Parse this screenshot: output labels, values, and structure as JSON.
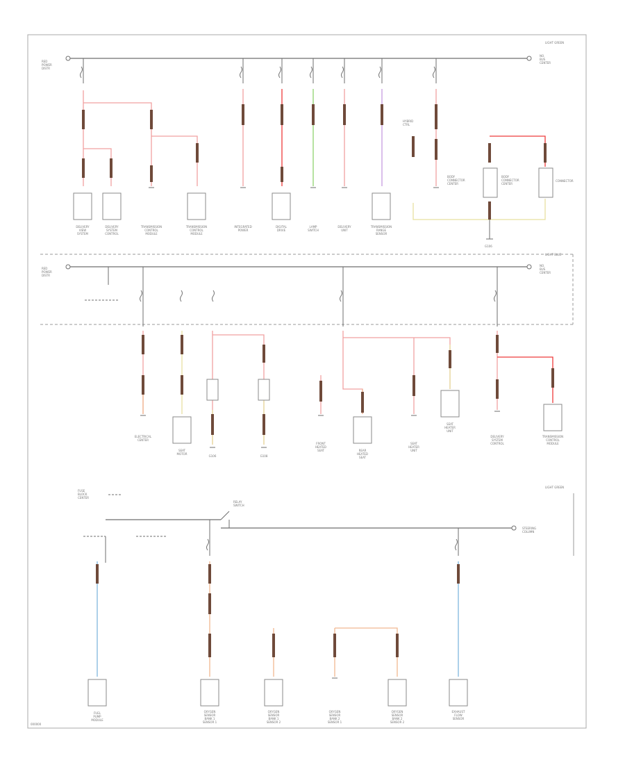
{
  "diagram": {
    "sections": [
      {
        "id": "top",
        "tag": "LIGHT GREEN"
      },
      {
        "id": "middle",
        "tag": "LIGHT BLUE"
      },
      {
        "id": "bottom",
        "tag": "LIGHT GREEN"
      }
    ],
    "top_bus": {
      "left_source": [
        "RED",
        "POWER",
        "DISTR"
      ],
      "right_source": [
        "NO.",
        "BUS",
        "CENTER"
      ]
    },
    "top_components": [
      {
        "id": "c1",
        "label": [
          "DELIVERY",
          "VIEW",
          "SYSTEM"
        ]
      },
      {
        "id": "c2",
        "label": [
          "DELIVERY",
          "SYSTEM",
          "CONTROL"
        ]
      },
      {
        "id": "c3",
        "label": [
          "TRANSMISSION",
          "CONTROL",
          "MODULE"
        ]
      },
      {
        "id": "c4",
        "label": [
          "TRANSMISSION",
          "CONTROL",
          "MODULE"
        ]
      },
      {
        "id": "c5",
        "label": [
          "INTEGRATED",
          "POWER"
        ]
      },
      {
        "id": "c6",
        "label": [
          "DIGITAL",
          "DRIVE"
        ]
      },
      {
        "id": "c7",
        "label": [
          "LAMP",
          "SWITCH"
        ]
      },
      {
        "id": "c8",
        "label": [
          "DELIVERY",
          "UNIT"
        ]
      },
      {
        "id": "c9",
        "label": [
          "TRANSMISSION",
          "RANGE",
          "SENSOR"
        ]
      }
    ],
    "top_right_block": {
      "top_label": [
        "HYBRID",
        "CTRL"
      ],
      "left_label": [
        "BODY",
        "CONNECTOR",
        "CENTER"
      ],
      "mid_label": [
        "BODY",
        "CONNECTOR",
        "CENTER"
      ],
      "right_label": "CONNECTOR",
      "ground_label": "G106"
    },
    "middle_bus": {
      "left_source": [
        "RED",
        "POWER",
        "DISTR"
      ],
      "right_source": [
        "NO.",
        "BUS",
        "CENTER"
      ]
    },
    "middle_components": [
      {
        "id": "m1",
        "label": [
          "ELECTRICAL",
          "CENTER"
        ]
      },
      {
        "id": "m2",
        "label": [
          "SEAT",
          "MOTOR"
        ]
      },
      {
        "id": "m3",
        "label": "G106"
      },
      {
        "id": "m4",
        "label": "G108"
      },
      {
        "id": "m5",
        "label": [
          "FRONT",
          "HEATED",
          "SEAT"
        ]
      },
      {
        "id": "m6",
        "label": [
          "REAR",
          "HEATED",
          "SEAT"
        ]
      },
      {
        "id": "m7",
        "label": [
          "SEAT",
          "HEATER",
          "UNIT"
        ]
      },
      {
        "id": "m8",
        "label": [
          "SEAT",
          "HEATER",
          "UNIT"
        ]
      },
      {
        "id": "m9",
        "label": [
          "DELIVERY",
          "SYSTEM",
          "CONTROL"
        ]
      },
      {
        "id": "m10",
        "label": [
          "TRANSMISSION",
          "CONTROL",
          "MODULE"
        ]
      }
    ],
    "bottom_bus": {
      "left_source": [
        "FUSE",
        "BLOCK",
        "CENTER"
      ],
      "mid_label": [
        "RELAY",
        "SWITCH"
      ],
      "right_source": [
        "STEERING",
        "COLUMN"
      ]
    },
    "bottom_components": [
      {
        "id": "b1",
        "label": [
          "FUEL",
          "PUMP",
          "MODULE"
        ]
      },
      {
        "id": "b2",
        "label": [
          "OXYGEN",
          "SENSOR",
          "BANK 1",
          "SENSOR 1"
        ]
      },
      {
        "id": "b3",
        "label": [
          "OXYGEN",
          "SENSOR",
          "BANK 1",
          "SENSOR 2"
        ]
      },
      {
        "id": "b4",
        "label": [
          "OXYGEN",
          "SENSOR",
          "BANK 2",
          "SENSOR 1"
        ]
      },
      {
        "id": "b5",
        "label": [
          "OXYGEN",
          "SENSOR",
          "BANK 2",
          "SENSOR 2"
        ]
      },
      {
        "id": "b6",
        "label": [
          "EXHAUST",
          "FLOW",
          "SENSOR"
        ]
      }
    ],
    "colors": {
      "frame": "#9a9a9a",
      "bus": "#6e6e6e",
      "text": "#6e6e6e",
      "pink": "#f0a0a0",
      "red": "#ee3a3a",
      "green": "#8ed36e",
      "purple": "#c79be0",
      "yellow": "#e8e0a0",
      "orange": "#f0b890",
      "blue": "#7fb7dd",
      "connector": "#6f4a3a"
    },
    "footer": "000000"
  }
}
